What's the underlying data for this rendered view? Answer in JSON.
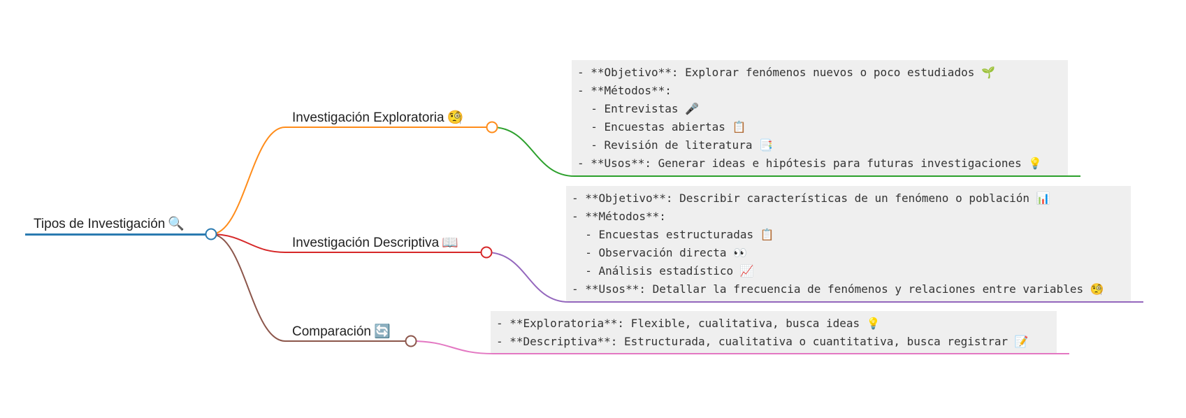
{
  "mindmap": {
    "root": {
      "label": "Tipos de Investigación",
      "emoji": "🔍",
      "color": "#2a7ab0"
    },
    "branches": [
      {
        "label": "Investigación Exploratoria",
        "emoji": "🧐",
        "branch_color": "#ff8c1a",
        "child_color": "#2ca02c",
        "lines": [
          "- **Objetivo**: Explorar fenómenos nuevos o poco estudiados 🌱",
          "- **Métodos**:",
          "  - Entrevistas 🎤",
          "  - Encuestas abiertas 📋",
          "  - Revisión de literatura 📑",
          "- **Usos**: Generar ideas e hipótesis para futuras investigaciones 💡"
        ]
      },
      {
        "label": "Investigación Descriptiva",
        "emoji": "📖",
        "branch_color": "#d62728",
        "child_color": "#9467bd",
        "lines": [
          "- **Objetivo**: Describir características de un fenómeno o población 📊",
          "- **Métodos**:",
          "  - Encuestas estructuradas 📋",
          "  - Observación directa 👀",
          "  - Análisis estadístico 📈",
          "- **Usos**: Detallar la frecuencia de fenómenos y relaciones entre variables 🧐"
        ]
      },
      {
        "label": "Comparación",
        "emoji": "🔄",
        "branch_color": "#8c564b",
        "child_color": "#e377c2",
        "lines": [
          "- **Exploratoria**: Flexible, cualitativa, busca ideas 💡",
          "- **Descriptiva**: Estructurada, cualitativa o cuantitativa, busca registrar 📝"
        ]
      }
    ]
  }
}
